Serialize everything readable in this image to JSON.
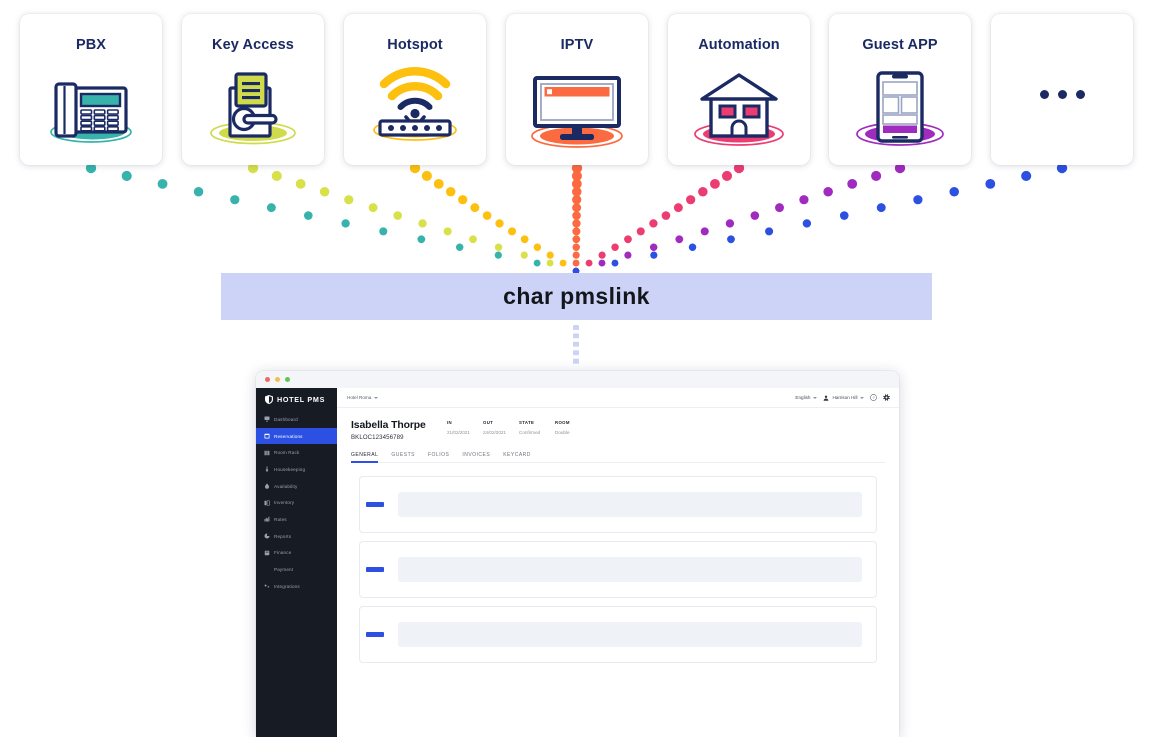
{
  "banner": {
    "text": "char pmslink",
    "bg_color": "#ccd3f7",
    "text_color": "#15161c"
  },
  "service_cards": [
    {
      "title": "PBX",
      "icon": "desk-phone-icon",
      "accent": "#37b3ab"
    },
    {
      "title": "Key Access",
      "icon": "door-lock-icon",
      "accent": "#cfdb4a"
    },
    {
      "title": "Hotspot",
      "icon": "wifi-router-icon",
      "accent": "#fdc00f"
    },
    {
      "title": "IPTV",
      "icon": "television-icon",
      "accent": "#fb6a41"
    },
    {
      "title": "Automation",
      "icon": "smart-house-icon",
      "accent": "#ec3d72"
    },
    {
      "title": "Guest APP",
      "icon": "smartphone-app-icon",
      "accent": "#a02bbf"
    },
    {
      "title": "",
      "icon": "more-ellipsis-icon",
      "accent": "#2b50e2"
    }
  ],
  "pms_window": {
    "titlebar": {
      "close_color": "#ed6a5e",
      "minimize_color": "#f4be4f",
      "maximize_color": "#61c554"
    },
    "brand": "HOTEL PMS",
    "sidebar": {
      "items": [
        {
          "label": "Dashboard",
          "icon": "dashboard-icon",
          "active": false
        },
        {
          "label": "Reservations",
          "icon": "calendar-icon",
          "active": true
        },
        {
          "label": "Room Rack",
          "icon": "room-rack-icon",
          "active": false
        },
        {
          "label": "Housekeeping",
          "icon": "housekeeping-icon",
          "active": false
        },
        {
          "label": "Availability",
          "icon": "availability-icon",
          "active": false
        },
        {
          "label": "Inventory",
          "icon": "inventory-icon",
          "active": false
        },
        {
          "label": "Rates",
          "icon": "rates-icon",
          "active": false
        },
        {
          "label": "Reports",
          "icon": "reports-icon",
          "active": false
        },
        {
          "label": "Finance",
          "icon": "finance-icon",
          "active": false
        },
        {
          "label": "Payment",
          "icon": "payment-icon",
          "active": false
        },
        {
          "label": "Integrations",
          "icon": "integrations-icon",
          "active": false
        }
      ],
      "active_color": "#2b50e2"
    },
    "topbar": {
      "hotel": "Hotel Roma",
      "language": "English",
      "user": "Harrison Hill",
      "help_icon": "question-circle-icon",
      "settings_icon": "gear-icon"
    },
    "reservation": {
      "guest_name": "Isabella Thorpe",
      "booking_code": "BKLOC123456789",
      "meta": [
        {
          "label": "IN",
          "value": "21/02/2021"
        },
        {
          "label": "OUT",
          "value": "24/02/2021"
        },
        {
          "label": "STATE",
          "value": "Confirmed"
        },
        {
          "label": "ROOM",
          "value": "Double"
        }
      ]
    },
    "tabs": [
      {
        "label": "GENERAL",
        "active": true
      },
      {
        "label": "GUESTS",
        "active": false
      },
      {
        "label": "FOLIOS",
        "active": false
      },
      {
        "label": "INVOICES",
        "active": false
      },
      {
        "label": "KEYCARD",
        "active": false
      }
    ],
    "content_cards": [
      {
        "label": "",
        "field_value": ""
      },
      {
        "label": "",
        "field_value": ""
      },
      {
        "label": "",
        "field_value": ""
      }
    ]
  }
}
